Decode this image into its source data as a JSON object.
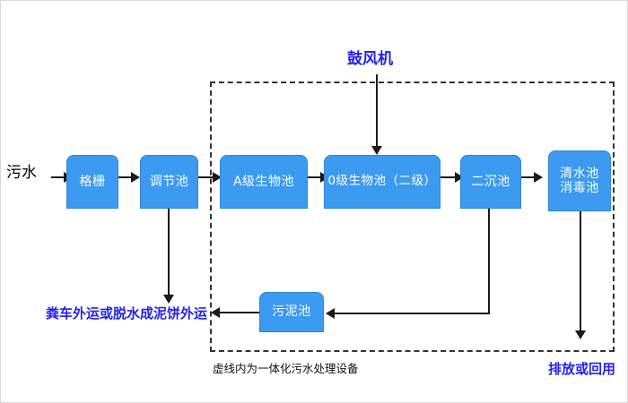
{
  "diagram": {
    "title_visible": false,
    "colors": {
      "node_fill": "#3C9BF0",
      "node_text": "#FFFFFF",
      "connector": "#1A1A1A",
      "blue_text": "#2222EE",
      "black_text": "#000000",
      "boundary": "#333333",
      "background": "#FFFFFF"
    },
    "nodes": [
      {
        "id": "grille",
        "label": "格栅"
      },
      {
        "id": "regulation",
        "label": "调节池"
      },
      {
        "id": "a-level-bio",
        "label": "A级生物池"
      },
      {
        "id": "o-level-bio",
        "label": "0级生物池（二级）"
      },
      {
        "id": "second-settle",
        "label": "二沉池"
      },
      {
        "id": "clearwater",
        "label": "清水池\n消毒池"
      },
      {
        "id": "sludge",
        "label": "污泥池"
      }
    ],
    "labels": {
      "influent": "污水",
      "blower": "鼓风机",
      "sludge_disposal": "粪车外运或脱水成泥饼外运",
      "effluent": "排放或回用",
      "boundary_caption": "虚线内为一体化污水处理设备"
    }
  }
}
